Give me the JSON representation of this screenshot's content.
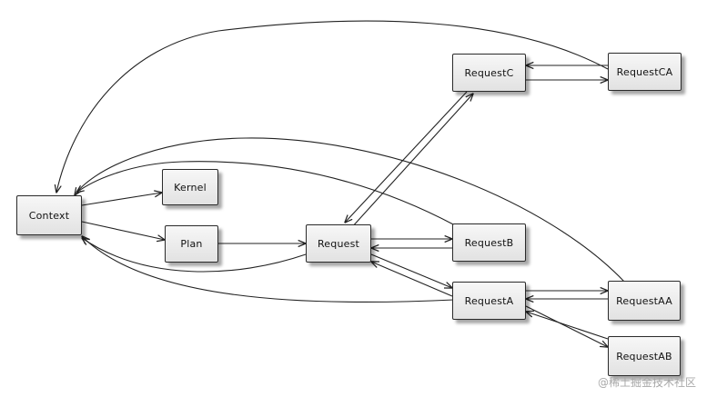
{
  "nodes": {
    "context": "Context",
    "kernel": "Kernel",
    "plan": "Plan",
    "request": "Request",
    "request_a": "RequestA",
    "request_b": "RequestB",
    "request_c": "RequestC",
    "request_aa": "RequestAA",
    "request_ab": "RequestAB",
    "request_ca": "RequestCA"
  },
  "edges": [
    {
      "from": "context",
      "to": "kernel"
    },
    {
      "from": "context",
      "to": "plan"
    },
    {
      "from": "plan",
      "to": "request"
    },
    {
      "from": "request",
      "to": "context"
    },
    {
      "from": "request_a",
      "to": "context"
    },
    {
      "from": "request_aa",
      "to": "context"
    },
    {
      "from": "request_b",
      "to": "context"
    },
    {
      "from": "request_ca",
      "to": "context"
    },
    {
      "from": "request",
      "to": "request_b"
    },
    {
      "from": "request_b",
      "to": "request"
    },
    {
      "from": "request",
      "to": "request_a"
    },
    {
      "from": "request_a",
      "to": "request"
    },
    {
      "from": "request",
      "to": "request_c"
    },
    {
      "from": "request_c",
      "to": "request"
    },
    {
      "from": "request_a",
      "to": "request_aa"
    },
    {
      "from": "request_aa",
      "to": "request_a"
    },
    {
      "from": "request_a",
      "to": "request_ab"
    },
    {
      "from": "request_ab",
      "to": "request_a"
    },
    {
      "from": "request_c",
      "to": "request_ca"
    },
    {
      "from": "request_ca",
      "to": "request_c"
    }
  ],
  "watermark": "@稀土掘金技术社区"
}
